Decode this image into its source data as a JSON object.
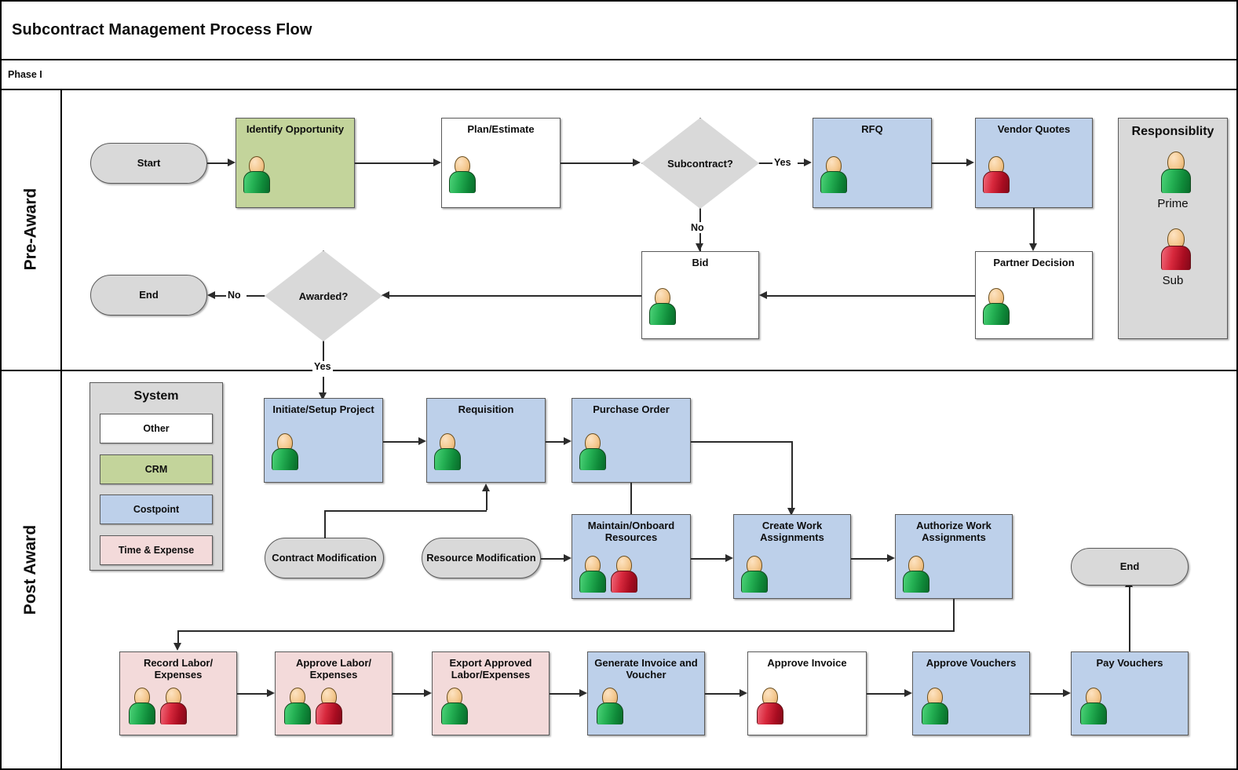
{
  "document": {
    "title": "Subcontract Management Process Flow",
    "phase_label": "Phase I"
  },
  "lanes": [
    {
      "name": "pre-award",
      "label": "Pre-Award"
    },
    {
      "name": "post-award",
      "label": "Post Award"
    }
  ],
  "legends": {
    "responsibility": {
      "title": "Responsiblity",
      "items": [
        {
          "label": "Prime",
          "icon": "person-green-icon",
          "color": "#25b154"
        },
        {
          "label": "Sub",
          "icon": "person-red-icon",
          "color": "#d8293d"
        }
      ]
    },
    "system": {
      "title": "System",
      "items": [
        {
          "label": "Other",
          "color": "#ffffff"
        },
        {
          "label": "CRM",
          "color": "#c3d49b"
        },
        {
          "label": "Costpoint",
          "color": "#bdd0ea"
        },
        {
          "label": "Time & Expense",
          "color": "#f3dada"
        }
      ]
    }
  },
  "nodes": {
    "start": {
      "label": "Start",
      "shape": "terminator",
      "system": "other"
    },
    "identify_opportunity": {
      "label": "Identify Opportunity",
      "shape": "process",
      "system": "CRM",
      "actors": [
        "Prime"
      ]
    },
    "plan_estimate": {
      "label": "Plan/Estimate",
      "shape": "process",
      "system": "Other",
      "actors": [
        "Prime"
      ]
    },
    "subcontract_decision": {
      "label": "Subcontract?",
      "shape": "decision"
    },
    "rfq": {
      "label": "RFQ",
      "shape": "process",
      "system": "Costpoint",
      "actors": [
        "Prime"
      ]
    },
    "vendor_quotes": {
      "label": "Vendor Quotes",
      "shape": "process",
      "system": "Costpoint",
      "actors": [
        "Sub"
      ]
    },
    "partner_decision": {
      "label": "Partner Decision",
      "shape": "process",
      "system": "Other",
      "actors": [
        "Prime"
      ]
    },
    "bid": {
      "label": "Bid",
      "shape": "process",
      "system": "Other",
      "actors": [
        "Prime"
      ]
    },
    "awarded_decision": {
      "label": "Awarded?",
      "shape": "decision"
    },
    "end_pre": {
      "label": "End",
      "shape": "terminator",
      "system": "other"
    },
    "initiate_setup_project": {
      "label": "Initiate/Setup Project",
      "shape": "process",
      "system": "Costpoint",
      "actors": [
        "Prime"
      ]
    },
    "requisition": {
      "label": "Requisition",
      "shape": "process",
      "system": "Costpoint",
      "actors": [
        "Prime"
      ]
    },
    "purchase_order": {
      "label": "Purchase Order",
      "shape": "process",
      "system": "Costpoint",
      "actors": [
        "Prime"
      ]
    },
    "contract_modification": {
      "label": "Contract Modification",
      "shape": "terminator",
      "system": "other"
    },
    "resource_modification": {
      "label": "Resource Modification",
      "shape": "terminator",
      "system": "other"
    },
    "maintain_onboard_resources": {
      "label": "Maintain/Onboard Resources",
      "shape": "process",
      "system": "Costpoint",
      "actors": [
        "Prime",
        "Sub"
      ]
    },
    "create_work_assignments": {
      "label": "Create Work Assignments",
      "shape": "process",
      "system": "Costpoint",
      "actors": [
        "Prime"
      ]
    },
    "authorize_work_assignments": {
      "label": "Authorize Work Assignments",
      "shape": "process",
      "system": "Costpoint",
      "actors": [
        "Prime"
      ]
    },
    "record_labor_expenses": {
      "label": "Record Labor/ Expenses",
      "shape": "process",
      "system": "Time & Expense",
      "actors": [
        "Prime",
        "Sub"
      ]
    },
    "approve_labor_expenses": {
      "label": "Approve Labor/ Expenses",
      "shape": "process",
      "system": "Time & Expense",
      "actors": [
        "Prime",
        "Sub"
      ]
    },
    "export_approved_labor_expenses": {
      "label": "Export Approved Labor/Expenses",
      "shape": "process",
      "system": "Time & Expense",
      "actors": [
        "Prime"
      ]
    },
    "generate_invoice_and_voucher": {
      "label": "Generate Invoice and Voucher",
      "shape": "process",
      "system": "Costpoint",
      "actors": [
        "Prime"
      ]
    },
    "approve_invoice": {
      "label": "Approve Invoice",
      "shape": "process",
      "system": "Other",
      "actors": [
        "Sub"
      ]
    },
    "approve_vouchers": {
      "label": "Approve Vouchers",
      "shape": "process",
      "system": "Costpoint",
      "actors": [
        "Prime"
      ]
    },
    "pay_vouchers": {
      "label": "Pay Vouchers",
      "shape": "process",
      "system": "Costpoint",
      "actors": [
        "Prime"
      ]
    },
    "end_post": {
      "label": "End",
      "shape": "terminator",
      "system": "other"
    }
  },
  "edge_labels": {
    "subcontract_yes": "Yes",
    "subcontract_no": "No",
    "awarded_no": "No",
    "awarded_yes": "Yes"
  }
}
